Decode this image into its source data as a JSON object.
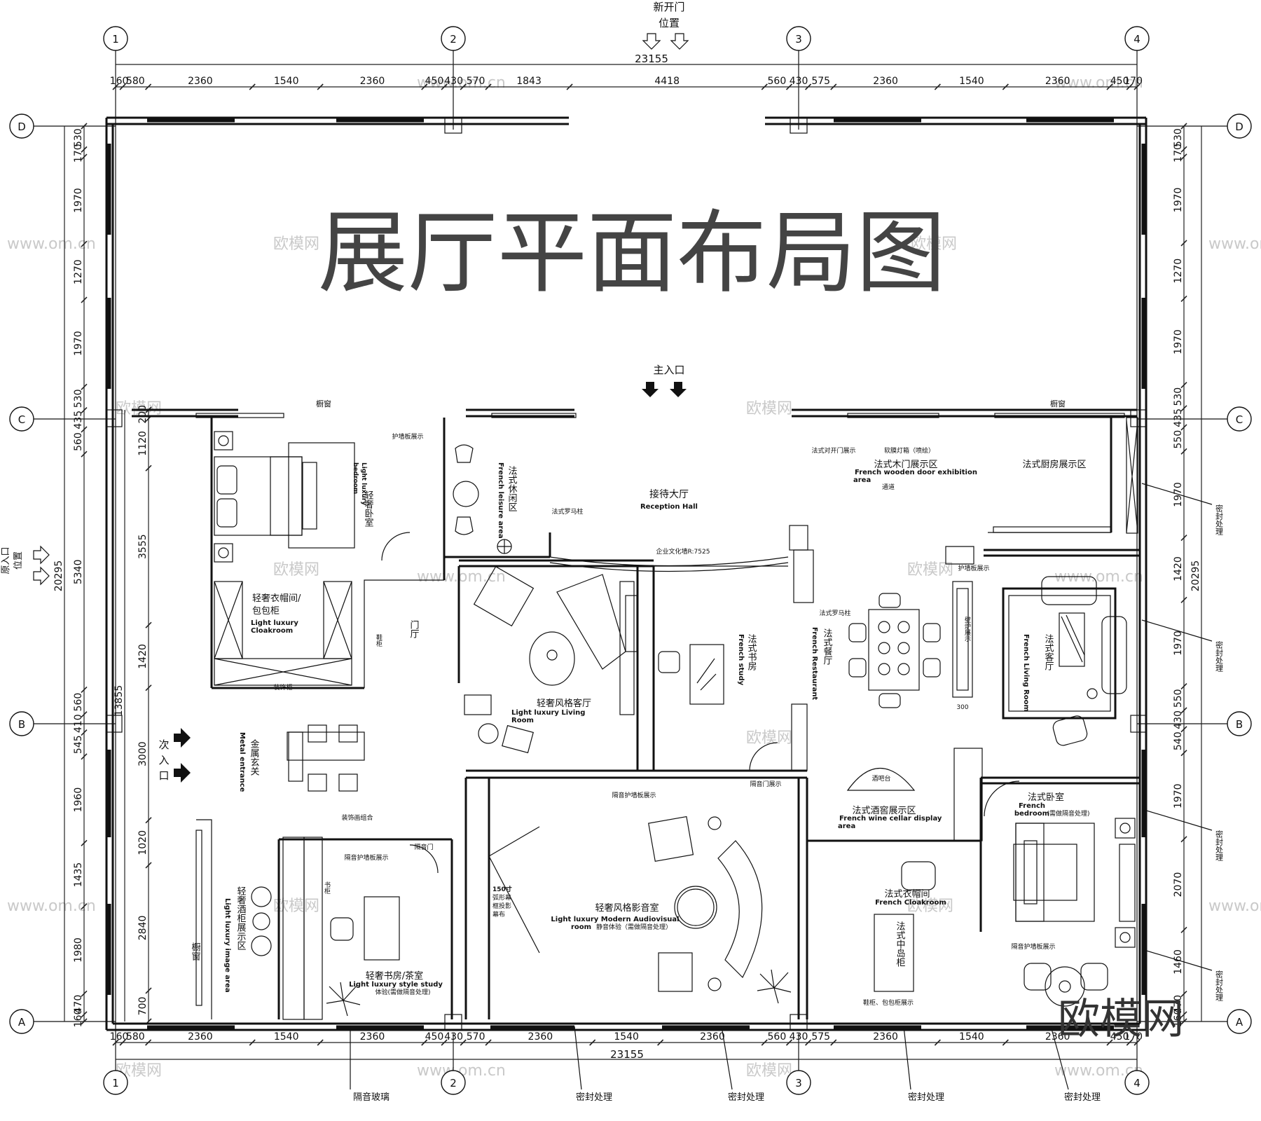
{
  "title": "展厅平面布局图",
  "top_note": {
    "line1": "新开门",
    "line2": "位置"
  },
  "main_entry": "主入口",
  "side_entry_left": {
    "line1": "原入口",
    "line2": "位置"
  },
  "secondary_entry": [
    "次",
    "入",
    "口"
  ],
  "grid_columns": [
    "1",
    "2",
    "3",
    "4"
  ],
  "grid_rows": [
    "D",
    "C",
    "B",
    "A"
  ],
  "total_width": "23155",
  "total_height": "20295",
  "left_height_a": "13855",
  "dims_top": [
    "160",
    "580",
    "2360",
    "1540",
    "2360",
    "450",
    "430",
    "570",
    "1843",
    "4418",
    "560",
    "430",
    "575",
    "2360",
    "1540",
    "2360",
    "450",
    "170"
  ],
  "dims_bottom": [
    "160",
    "580",
    "2360",
    "1540",
    "2360",
    "450",
    "430",
    "570",
    "2360",
    "1540",
    "2360",
    "560",
    "430",
    "575",
    "2360",
    "1540",
    "2360",
    "450",
    "170"
  ],
  "dims_left_outer": [
    "530",
    "170",
    "1970",
    "1270",
    "1970",
    "530",
    "435",
    "560",
    "5340",
    "560",
    "410",
    "545",
    "1960",
    "1435",
    "1980",
    "470",
    "160"
  ],
  "dims_left_inner": [
    "200",
    "1120",
    "3555",
    "1420",
    "3000",
    "1020",
    "2840",
    "700"
  ],
  "dims_right": [
    "530",
    "170",
    "1970",
    "1270",
    "1970",
    "530",
    "435",
    "550",
    "1970",
    "1420",
    "1970",
    "550",
    "430",
    "540",
    "1970",
    "2070",
    "1460",
    "470",
    "160"
  ],
  "labels": {
    "window": "橱窗",
    "wall_panel": "护墙板展示",
    "lr_bedroom_cn": "轻奢卧室",
    "lr_bedroom_en1": "Light luxury",
    "lr_bedroom_en2": "bedroom",
    "cloak_cn1": "轻奢衣帽间/",
    "cloak_cn2": "包包柜",
    "cloak_en1": "Light luxury",
    "cloak_en2": "Cloakroom",
    "shoe_cab": "鞋柜",
    "deco_cab": "装饰柜",
    "foyer": "门厅",
    "metal_cn": "金属玄关",
    "metal_en": "Metal entrance",
    "leisure_cn": "法式休闲区",
    "leisure_en": "French leisure area",
    "roman_col": "法式罗马柱",
    "reception_cn": "接待大厅",
    "reception_en": "Reception Hall",
    "culture_wall": "企业文化墙R:7525",
    "door_display": "法式对开门展示",
    "soft_light": "软膜灯箱（喷绘）",
    "wooden_door_cn": "法式木门展示区",
    "wooden_door_en1": "French wooden door exhibition",
    "wooden_door_en2": "area",
    "passage": "通道",
    "kitchen_cn": "法式厨房展示区",
    "seal": "密封处理",
    "living_cn": "轻奢风格客厅",
    "living_en1": "Light luxury Living",
    "living_en2": "Room",
    "study_cn": "法式书房",
    "study_en": "French study",
    "restaurant_cn": "法式餐厅",
    "restaurant_en": "French Restaurant",
    "fireplace": "壁炉展示",
    "fl_living_cn": "法式客厅",
    "fl_living_en": "French Living Room",
    "bar": "酒吧台",
    "wine_cn": "法式酒窖展示区",
    "wine_en1": "French wine cellar display",
    "wine_en2": "area",
    "sound_panel": "隔音护墙板展示",
    "sound_door": "隔音门展示",
    "fr_bedroom_cn": "法式卧室",
    "fr_bedroom_en1": "French",
    "fr_bedroom_en2": "bedroom",
    "sound_note": "(需做隔音处理)",
    "fr_cloak_cn": "法式衣帽间",
    "fr_cloak_en": "French Cloakroom",
    "island_cn": "法式中岛柜",
    "shoe_bag": "鞋柜、包包柜展示",
    "cinema_cn": "轻奢风格影音室",
    "cinema_en1": "Light luxury Modern Audiovisual",
    "cinema_en2": "room",
    "cinema_note": "静音体验（需做隔音处理）",
    "screen_note": [
      "150寸",
      "弧形幕",
      "框投影",
      "幕布"
    ],
    "sound_door2": "隔音门",
    "deco_combo": "装饰画组合",
    "bookshelf": "书柜",
    "lr_study_cn": "轻奢书房/茶室",
    "lr_study_en": "Light luxury style study",
    "lr_study_note": "体验(需做隔音处理)",
    "wine_cab_cn": "轻奢酒柜展示区",
    "wine_cab_en": "Light luxury image area",
    "sound_glass": "隔音玻璃",
    "size300": "300"
  },
  "watermarks": [
    "欧模网",
    "www.om.cn"
  ],
  "logo": "欧模网"
}
